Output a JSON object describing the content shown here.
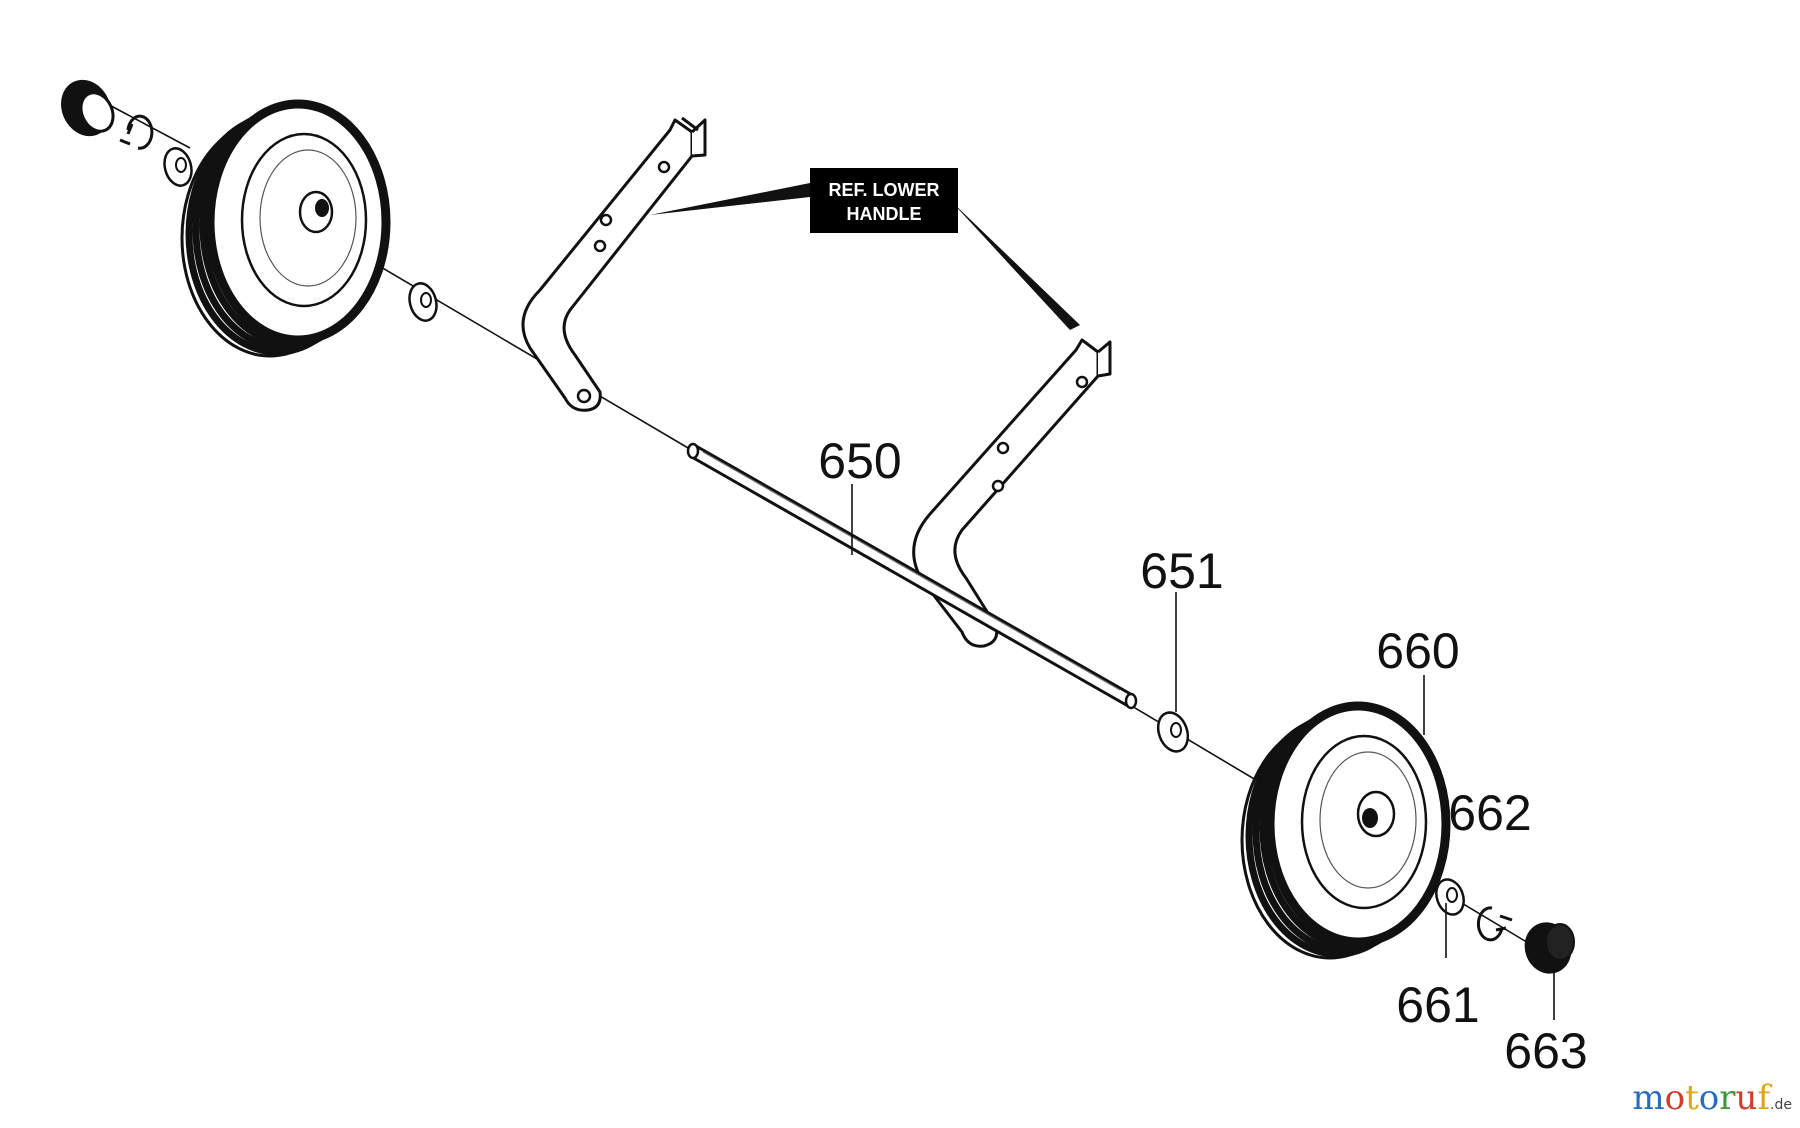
{
  "reference_label": {
    "line1": "REF. LOWER",
    "line2": "HANDLE"
  },
  "part_numbers": {
    "axle": "650",
    "flat_washer_inner": "651",
    "wheel": "660",
    "flat_washer_outer": "661",
    "hub_clip": "662",
    "hub_cap": "663"
  },
  "watermark": {
    "letters": [
      "m",
      "o",
      "t",
      "o",
      "r",
      "u",
      "f"
    ],
    "suffix": ".de"
  },
  "colors": {
    "ink": "#111111",
    "label_box": "#000000",
    "paper": "#ffffff"
  }
}
